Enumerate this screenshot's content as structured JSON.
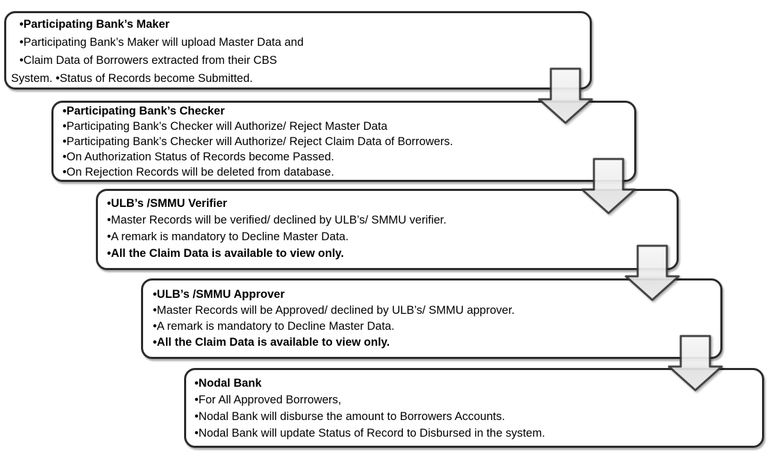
{
  "page": {
    "background": "#ffffff"
  },
  "diagram": {
    "type": "staggered-process-flow",
    "colors": {
      "box_fill": "#ffffff",
      "box_border": "#2b2b2b",
      "arrow_fill_top": "#f6f6f6",
      "arrow_fill_bottom": "#e4e4e4",
      "arrow_border": "#383838",
      "text": "#000000"
    },
    "connectors": [
      {
        "name": "down-arrow"
      },
      {
        "name": "down-arrow"
      },
      {
        "name": "down-arrow"
      },
      {
        "name": "down-arrow"
      }
    ],
    "boxes": [
      {
        "id": "participating-banks-maker",
        "lines": [
          {
            "text": "•Participating Bank’s Maker",
            "bold": true
          },
          {
            "text": "•Participating Bank’s Maker will upload Master Data and",
            "bold": false
          },
          {
            "text": "•Claim Data of Borrowers extracted from their CBS",
            "bold": false
          },
          {
            "text": "System. •Status of Records become Submitted.",
            "bold": false
          }
        ]
      },
      {
        "id": "participating-banks-checker",
        "lines": [
          {
            "text": "•Participating Bank’s Checker",
            "bold": true
          },
          {
            "text": "•Participating Bank’s Checker will Authorize/ Reject Master Data",
            "bold": false
          },
          {
            "text": "•Participating Bank’s Checker will Authorize/ Reject Claim Data of Borrowers.",
            "bold": false
          },
          {
            "text": "•On Authorization Status of Records become Passed.",
            "bold": false
          },
          {
            "text": "•On Rejection Records will be deleted from database.",
            "bold": false
          }
        ]
      },
      {
        "id": "ulbs-smmu-verifier",
        "lines": [
          {
            "text": "•ULB’s /SMMU Verifier",
            "bold": true
          },
          {
            "text": "•Master Records will be verified/ declined by ULB’s/ SMMU verifier.",
            "bold": false
          },
          {
            "text": "•A remark is mandatory to Decline Master Data.",
            "bold": false
          },
          {
            "text": "•All the Claim Data is available to view only.",
            "bold": true
          }
        ]
      },
      {
        "id": "ulbs-smmu-approver",
        "lines": [
          {
            "text": "•ULB’s /SMMU Approver",
            "bold": true
          },
          {
            "text": "•Master Records will be Approved/ declined by ULB’s/ SMMU approver.",
            "bold": false
          },
          {
            "text": "•A remark is mandatory to Decline Master Data.",
            "bold": false
          },
          {
            "text": "•All the Claim Data is available to view only.",
            "bold": true
          }
        ]
      },
      {
        "id": "nodal-bank",
        "lines": [
          {
            "text": "•Nodal Bank",
            "bold": true
          },
          {
            "text": "•For All Approved Borrowers,",
            "bold": false
          },
          {
            "text": "•Nodal Bank will disburse the amount to Borrowers Accounts.",
            "bold": false
          },
          {
            "text": "•Nodal Bank will update Status of Record to Disbursed in the system.",
            "bold": false
          }
        ]
      }
    ]
  }
}
